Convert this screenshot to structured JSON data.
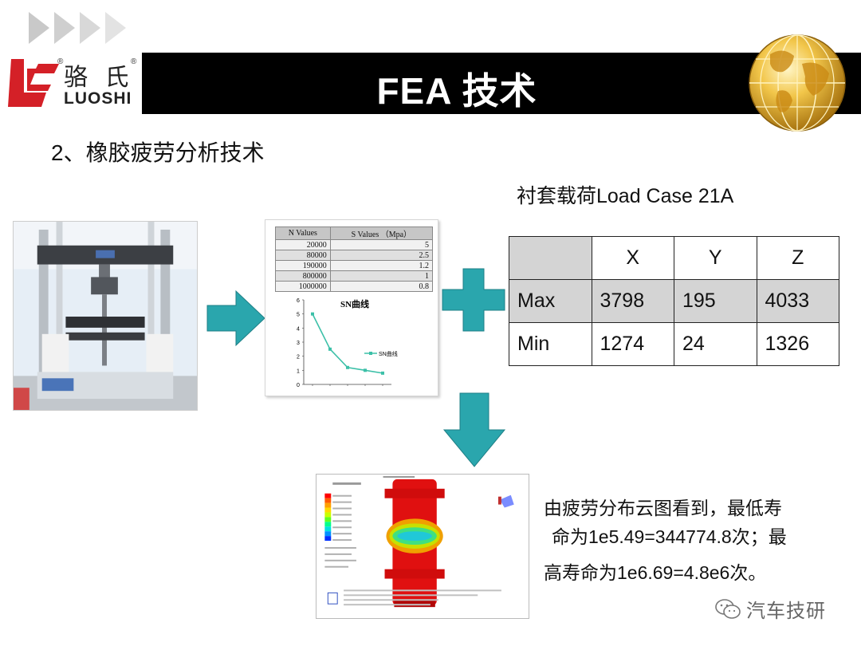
{
  "slide": {
    "title": "FEA 技术",
    "subtitle": "2、橡胶疲劳分析技术",
    "logo": {
      "cn": "骆 氏",
      "en": "LUOSHI",
      "reg": "®"
    },
    "accent_color": "#2aa6ad"
  },
  "load_case": {
    "title": "衬套载荷Load Case 21A",
    "columns": [
      "X",
      "Y",
      "Z"
    ],
    "rows": [
      {
        "label": "Max",
        "values": [
          "3798",
          "195",
          "4033"
        ]
      },
      {
        "label": "Min",
        "values": [
          "1274",
          "24",
          "1326"
        ]
      }
    ]
  },
  "sn_table": {
    "headers": [
      "N Values",
      "S Values （Mpa）"
    ],
    "rows": [
      [
        "20000",
        "5"
      ],
      [
        "80000",
        "2.5"
      ],
      [
        "190000",
        "1.2"
      ],
      [
        "800000",
        "1"
      ],
      [
        "1000000",
        "0.8"
      ]
    ]
  },
  "chart_data": {
    "type": "line",
    "title": "SN曲线",
    "series": [
      {
        "name": "SN曲线",
        "values": [
          5,
          2.5,
          1.2,
          1,
          0.8
        ]
      }
    ],
    "ylim": [
      0,
      6
    ],
    "yticks": [
      "0",
      "1",
      "2",
      "3",
      "4",
      "5",
      "6"
    ],
    "color": "#3cc0a8"
  },
  "description": {
    "line1": "由疲劳分布云图看到，最低寿",
    "line2": "命为1e5.49=344774.8次；最",
    "line3": "高寿命为1e6.69=4.8e6次。"
  },
  "watermark": {
    "text": "汽车技研",
    "icon": "wechat-icon"
  },
  "icons": {
    "arrow": "right-arrow-icon",
    "plus": "plus-icon",
    "down": "down-arrow-icon"
  }
}
